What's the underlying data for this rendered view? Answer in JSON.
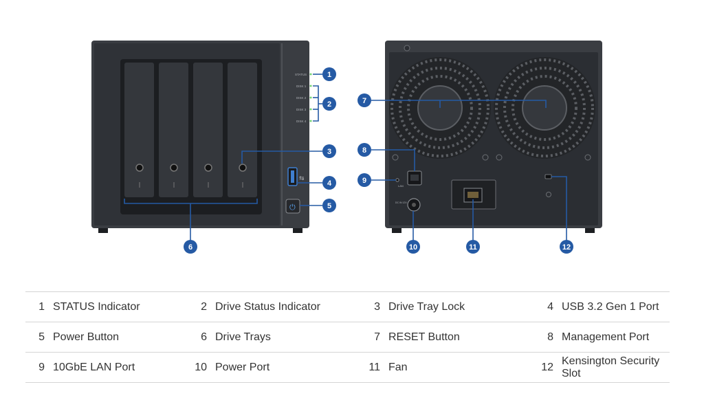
{
  "front_panel": {
    "led_labels": [
      "STATUS",
      "DISK 1",
      "DISK 2",
      "DISK 3",
      "DISK 4"
    ]
  },
  "back_panel": {
    "lan_label": "LAN",
    "power_label": "DC IN 12V"
  },
  "legend": [
    {
      "num": "1",
      "label": "STATUS Indicator"
    },
    {
      "num": "2",
      "label": "Drive Status Indicator"
    },
    {
      "num": "3",
      "label": "Drive Tray Lock"
    },
    {
      "num": "4",
      "label": "USB 3.2 Gen 1 Port"
    },
    {
      "num": "5",
      "label": "Power Button"
    },
    {
      "num": "6",
      "label": "Drive Trays"
    },
    {
      "num": "7",
      "label": "RESET Button"
    },
    {
      "num": "8",
      "label": "Management Port"
    },
    {
      "num": "9",
      "label": "10GbE LAN Port"
    },
    {
      "num": "10",
      "label": "Power Port"
    },
    {
      "num": "11",
      "label": "Fan"
    },
    {
      "num": "12",
      "label": "Kensington Security Slot"
    }
  ],
  "colors": {
    "marker": "#255aa4",
    "chassis": "#3a3d42",
    "panel": "#2b2e33"
  }
}
